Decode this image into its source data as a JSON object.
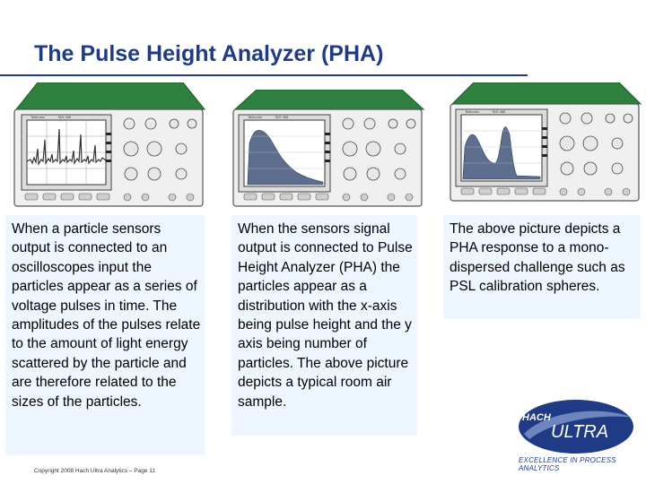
{
  "slide": {
    "title": "The Pulse Height Analyzer (PHA)",
    "footer": "Copyright 2008 Hach Ultra Analytics – Page 11"
  },
  "scopes": [
    {
      "brand": "Tektronix",
      "model": "TAS 465",
      "display": "voltage-pulses",
      "icon": "oscilloscope-icon"
    },
    {
      "brand": "Tektronix",
      "model": "TAS 465",
      "display": "pha-room-air-distribution",
      "icon": "oscilloscope-icon"
    },
    {
      "brand": "Tektronix",
      "model": "TAS 465",
      "display": "pha-psl-peak",
      "icon": "oscilloscope-icon"
    }
  ],
  "descriptions": [
    {
      "text": "When a particle sensors output is connected to an oscilloscopes input the particles appear as a series of voltage pulses in time. The amplitudes of the pulses relate to the amount of light energy scattered by the particle and are therefore related to the sizes of the particles."
    },
    {
      "text": "When the sensors signal output is connected to Pulse Height Analyzer (PHA) the particles appear as a distribution with the x-axis being pulse height and the y axis being number of particles. The above picture depicts a typical room air sample."
    },
    {
      "text": "The above picture depicts a PHA response to a mono-dispersed challenge such as PSL calibration spheres."
    }
  ],
  "logo": {
    "line1": "HACH",
    "line2": "ULTRA",
    "tagline": "EXCELLENCE IN PROCESS ANALYTICS",
    "colors": {
      "navy": "#1f3b86",
      "white": "#ffffff"
    }
  },
  "colors": {
    "title": "#1f3b86",
    "textbox_bg": "#eef6ff",
    "scope_top": "#2e7d3e",
    "scope_body": "#f2f2f2"
  }
}
